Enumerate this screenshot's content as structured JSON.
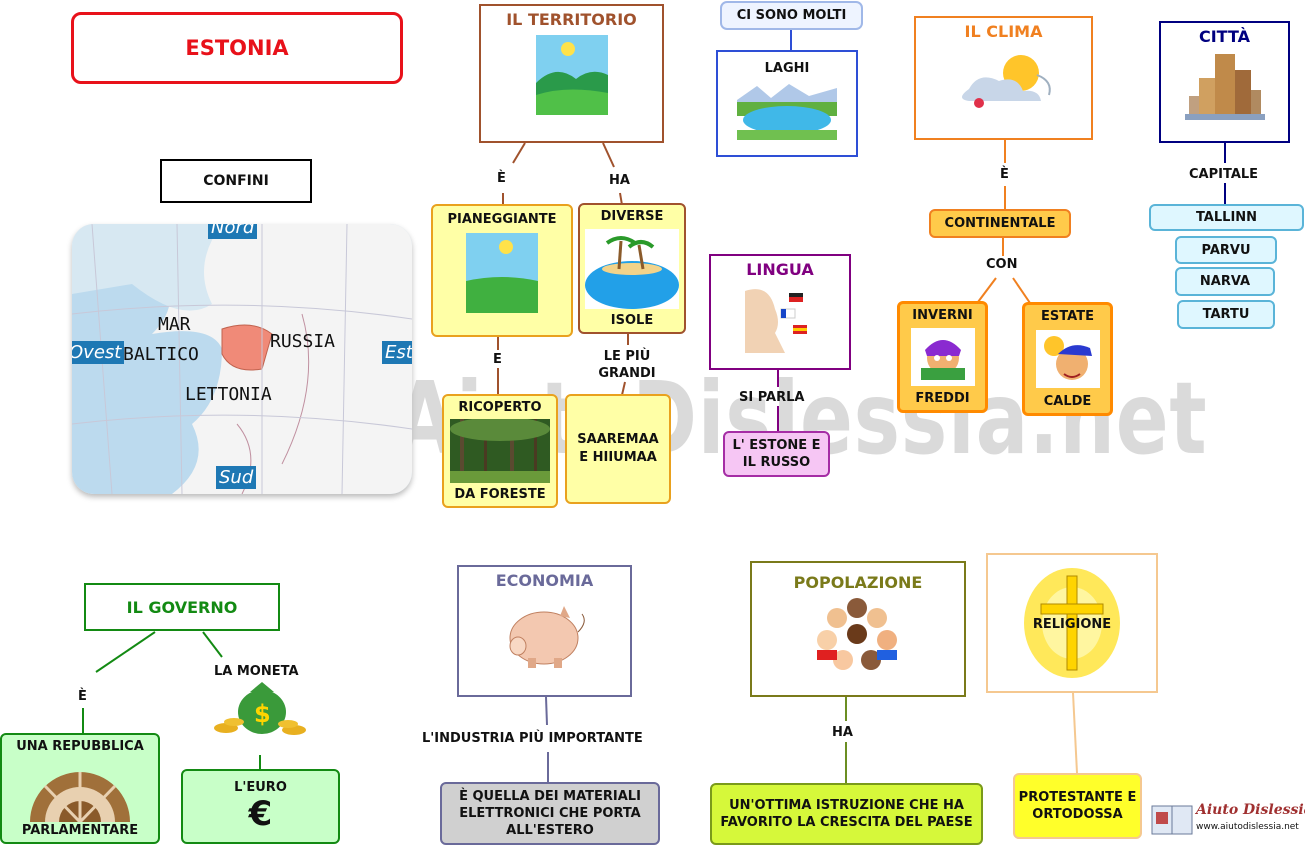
{
  "title": "ESTONIA",
  "confini": {
    "label": "CONFINI",
    "map": {
      "north": "Nord",
      "south": "Sud",
      "west": "Ovest",
      "east": "Est",
      "sea_line1": "MAR",
      "sea_line2": "BALTICO",
      "russia": "RUSSIA",
      "latvia": "LETTONIA"
    }
  },
  "territorio": {
    "title": "IL TERRITORIO",
    "link_left": "È",
    "link_right": "HA",
    "pianeggiante": "PIANEGGIANTE",
    "isole_top": "DIVERSE",
    "isole_bottom": "ISOLE",
    "link_e": "E",
    "foreste_top": "RICOPERTO",
    "foreste_bottom": "DA FORESTE",
    "link_grandi": "LE PIÙ GRANDI",
    "saaremaa": "SAAREMAA E HIIUMAA"
  },
  "laghi": {
    "header": "CI SONO MOLTI",
    "label": "LAGHI"
  },
  "lingua": {
    "title": "LINGUA",
    "link": "SI PARLA",
    "value": "L' ESTONE E IL RUSSO"
  },
  "clima": {
    "title": "IL CLIMA",
    "link": "È",
    "value": "CONTINENTALE",
    "link_con": "CON",
    "inverni_top": "INVERNI",
    "inverni_bottom": "FREDDI",
    "estate_top": "ESTATE",
    "estate_bottom": "CALDE"
  },
  "citta": {
    "title": "CITTÀ",
    "link": "CAPITALE",
    "capital": "TALLINN",
    "others": [
      "PARVU",
      "NARVA",
      "TARTU"
    ]
  },
  "governo": {
    "title": "IL GOVERNO",
    "link_left": "È",
    "link_right": "LA MONETA",
    "repubblica_top": "UNA REPUBBLICA",
    "repubblica_bottom": "PARLAMENTARE",
    "euro": "L'EURO",
    "euro_symbol": "€"
  },
  "economia": {
    "title": "ECONOMIA",
    "link": "L'INDUSTRIA PIÙ IMPORTANTE",
    "value": "È QUELLA DEI MATERIALI ELETTRONICI CHE PORTA ALL'ESTERO"
  },
  "popolazione": {
    "title": "POPOLAZIONE",
    "link": "HA",
    "value": "UN'OTTIMA ISTRUZIONE CHE HA FAVORITO LA CRESCITA DEL PAESE"
  },
  "religione": {
    "title": "RELIGIONE",
    "value": "PROTESTANTE E ORTODOSSA"
  },
  "watermark": "By AiutoDislessia.net",
  "logo": {
    "brand": "Aiuto Dislessia",
    "url": "www.aiutodislessia.net"
  }
}
